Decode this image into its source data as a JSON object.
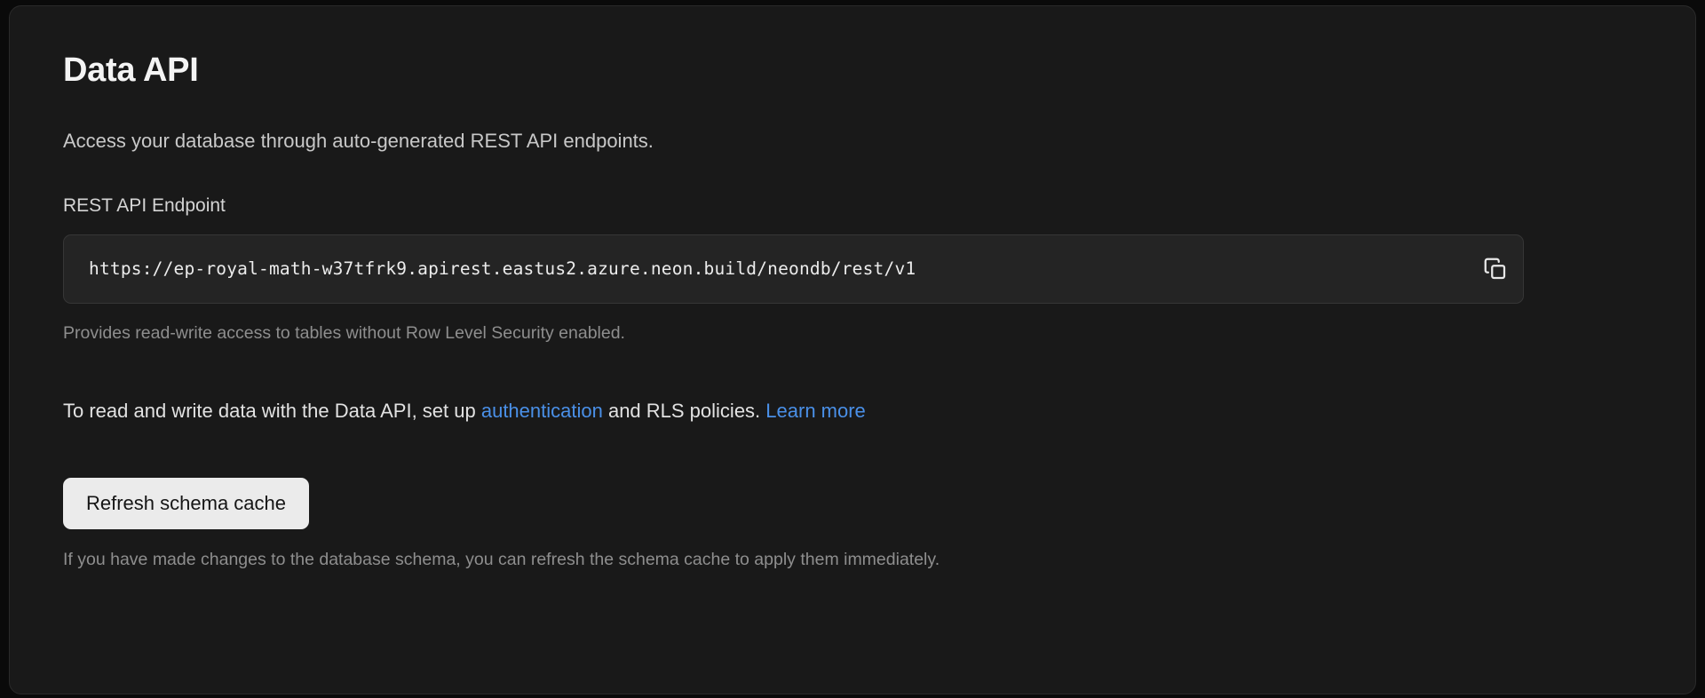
{
  "card": {
    "title": "Data API",
    "subtitle": "Access your database through auto-generated REST API endpoints.",
    "endpoint": {
      "label": "REST API Endpoint",
      "value": "https://ep-royal-math-w37tfrk9.apirest.eastus2.azure.neon.build/neondb/rest/v1",
      "placeholder": "https://",
      "copy_icon": "copy-icon",
      "copy_label": "Copy",
      "hint": "Provides read-write access to tables without Row Level Security enabled."
    },
    "info": {
      "text_before_link": "To read and write data with the Data API, set up ",
      "link_auth": "authentication",
      "text_middle": " and RLS policies. ",
      "link_learn_more": "Learn more"
    },
    "refresh": {
      "button_label": "Refresh schema cache",
      "hint": "If you have made changes to the database schema, you can refresh the schema cache to apply them immediately."
    }
  },
  "colors": {
    "page_background": "#0a0a0a",
    "card_background": "#191919",
    "card_border": "#2a2a2a",
    "input_background": "#242424",
    "input_border": "#363636",
    "link": "#4a90e8",
    "button_background": "#ebebeb",
    "button_text": "#151515",
    "muted_text": "#8e8e8e"
  }
}
